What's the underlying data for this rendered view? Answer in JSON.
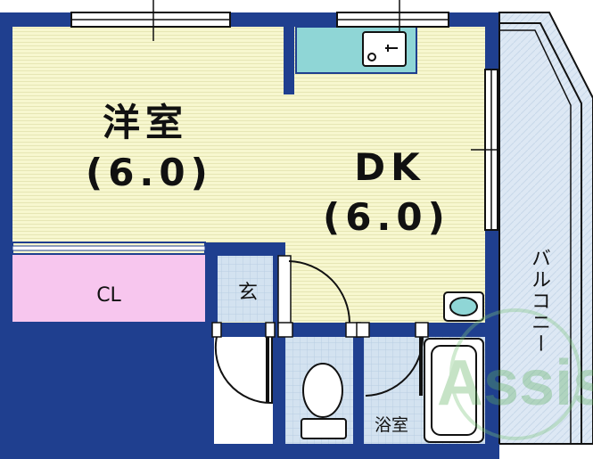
{
  "floorplan": {
    "rooms": {
      "western_room": {
        "name": "洋室",
        "size": "(6.0)"
      },
      "dk": {
        "name": "DK",
        "size": "(6.0)"
      },
      "closet": {
        "name": "CL"
      },
      "entrance": {
        "name": "玄"
      },
      "bathroom": {
        "name": "浴室"
      },
      "balcony": {
        "name": "バルコニー"
      }
    },
    "watermark": {
      "text": "Assist"
    },
    "colors": {
      "wall": "#1f3f8f",
      "room_fill": "#f6f6c8",
      "closet_fill": "#f7c6ee",
      "tile_fill": "#cfe0ef",
      "balcony_fill": "#d9e6f3",
      "sink_fill": "#8fd6d6"
    }
  }
}
